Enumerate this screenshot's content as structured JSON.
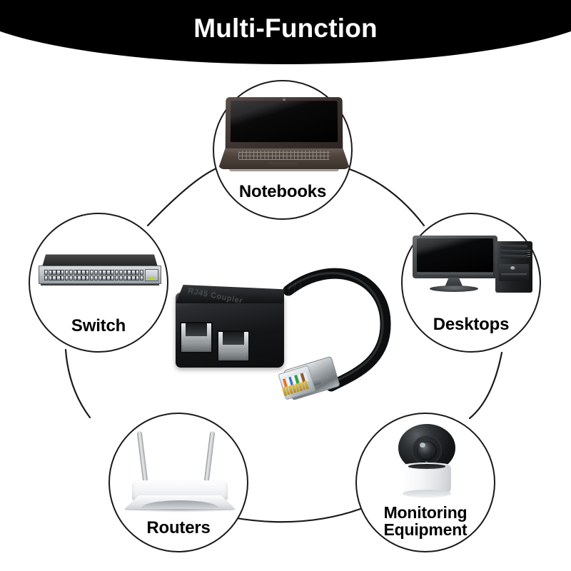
{
  "header": {
    "title": "Multi-Function"
  },
  "diagram": {
    "center_product": {
      "name": "RJ45 Coupler Splitter",
      "emboss_text": "RJ45 Coupler",
      "ports": [
        "LAN port 1",
        "LAN port 2"
      ],
      "connector": "RJ45 male plug"
    },
    "nodes": [
      {
        "id": "notebooks",
        "label": "Notebooks",
        "icon": "laptop-icon"
      },
      {
        "id": "desktops",
        "label": "Desktops",
        "icon": "desktop-computer-icon"
      },
      {
        "id": "monitoring",
        "label": "Monitoring\nEquipment",
        "icon": "security-camera-icon"
      },
      {
        "id": "routers",
        "label": "Routers",
        "icon": "wifi-router-icon"
      },
      {
        "id": "switch",
        "label": "Switch",
        "icon": "network-switch-icon"
      }
    ]
  },
  "colors": {
    "banner_background": "#000000",
    "banner_text": "#ffffff",
    "page_background": "#ffffff",
    "circle_stroke": "#1a1a1a",
    "label_text": "#000000",
    "product_black": "#141517",
    "plug_shield_silver": "#cfd3d6"
  },
  "plug_wire_colors": [
    "#e8732a",
    "#f0f2f3",
    "#2f6fc4",
    "#f0f2f3",
    "#2aa04a",
    "#f0f2f3",
    "#8a5a2b",
    "#e9ebec"
  ]
}
